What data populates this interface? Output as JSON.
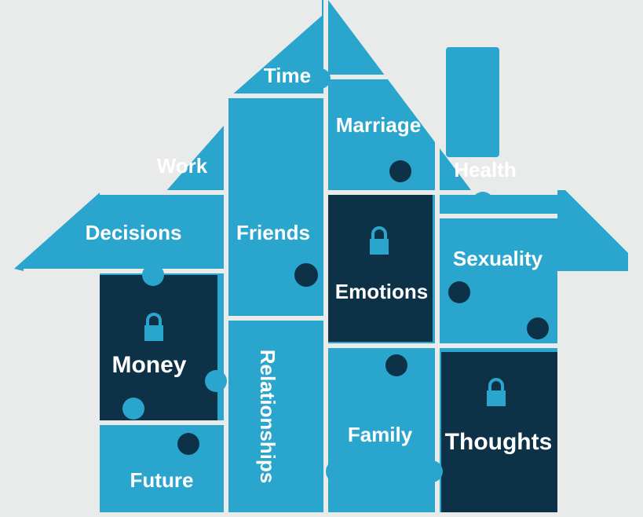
{
  "colors": {
    "background": "#e9eaea",
    "piece_light": "#2aa5cd",
    "piece_dark": "#0d3247",
    "seam": "#e9eaea",
    "label": "#ffffff"
  },
  "pieces": [
    {
      "id": "time",
      "label": "Time",
      "locked": false
    },
    {
      "id": "marriage",
      "label": "Marriage",
      "locked": false
    },
    {
      "id": "work",
      "label": "Work",
      "locked": false
    },
    {
      "id": "health",
      "label": "Health",
      "locked": false
    },
    {
      "id": "decisions",
      "label": "Decisions",
      "locked": false
    },
    {
      "id": "friends",
      "label": "Friends",
      "locked": false
    },
    {
      "id": "emotions",
      "label": "Emotions",
      "locked": true
    },
    {
      "id": "sexuality",
      "label": "Sexuality",
      "locked": false
    },
    {
      "id": "money",
      "label": "Money",
      "locked": true
    },
    {
      "id": "relationships",
      "label": "Relationships",
      "locked": false
    },
    {
      "id": "family",
      "label": "Family",
      "locked": false
    },
    {
      "id": "thoughts",
      "label": "Thoughts",
      "locked": true
    },
    {
      "id": "future",
      "label": "Future",
      "locked": false
    }
  ]
}
